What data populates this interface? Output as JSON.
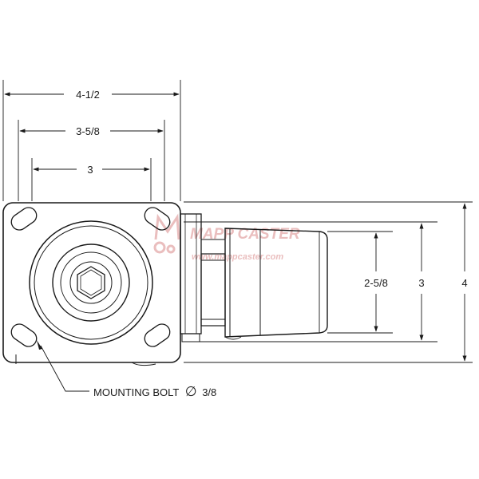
{
  "dimensions": {
    "overall_width": "4-1/2",
    "mid_width": "3-5/8",
    "inner_width": "3",
    "wheel_width": "2-5/8",
    "mount_height": "3",
    "overall_height": "4"
  },
  "callout": {
    "label": "MOUNTING BOLT",
    "diameter_symbol": "∅",
    "size": "3/8"
  },
  "watermark": {
    "brand": "MAPP CASTER",
    "url": "www.mappcaster.com",
    "color": "#e8b8b8"
  },
  "colors": {
    "line": "#1a1a1a",
    "background": "#ffffff"
  }
}
